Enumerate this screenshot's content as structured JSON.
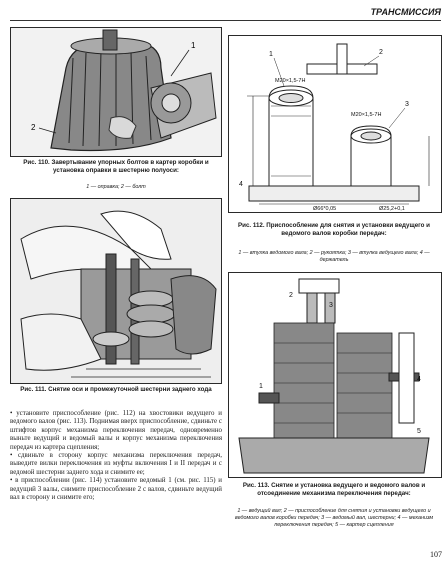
{
  "header": {
    "section": "ТРАНСМИССИЯ"
  },
  "page_number": "107",
  "figures": [
    {
      "caption": "Рис. 110. Завертывание упорных болтов в картер коробки и установка оправки в шестерню полуоси:",
      "legend": "1 — оправка; 2 — болт",
      "callouts": [
        "1",
        "2"
      ]
    },
    {
      "caption": "Рис. 111. Снятие оси и промежуточной шестерни заднего хода"
    },
    {
      "caption": "Рис. 112. Приспособление для снятия и установки ведущего и ведомого валов коробки передач:",
      "legend": "1 — втулка ведомого вала; 2 — рукоятка; 3 — втулка ведущего вала; 4 — держатель",
      "callouts": [
        "1",
        "2",
        "3",
        "4"
      ],
      "dims": [
        "M20×1,5-7H",
        "M20×1,5-7H",
        "Ø66*0,05",
        "Ø25,2+0,1"
      ]
    },
    {
      "caption": "Рис. 113. Снятие и установка ведущего и ведомого валов и отсоединение механизма переключения передач:",
      "legend": "1 — ведущий вал; 2 — приспособление для снятия и установки ведущего и ведомого валов коробки передач; 3 — ведомый вал, шестерни; 4 — механизм переключения передач; 5 — картер сцепления",
      "callouts": [
        "1",
        "2",
        "3",
        "4",
        "5"
      ]
    }
  ],
  "body": [
    "• установите приспособление (рис. 112) на хвостовики ведущего и ведомого валов (рис. 113). Поднимая вверх приспособление, сдвиньте с штифтов корпус механизма переключения передач, одновременно выньте ведущий и ведомый валы и корпус механиз­ма переключения передач из картера сцепления;",
    "• сдвиньте в сторону корпус механизма переключения передач, выведите вилки переключения из муфты включения I и II передач и с ведомой шестерни за­днего хода и снимите ее;",
    "• в приспособлении (рис. 114) установите ведомый 1 (см. рис. 115) и ведущий 3 валы, снимите приспо­собление 2 с валов, сдвиньте ведущий вал в сторону и снимите его;"
  ]
}
